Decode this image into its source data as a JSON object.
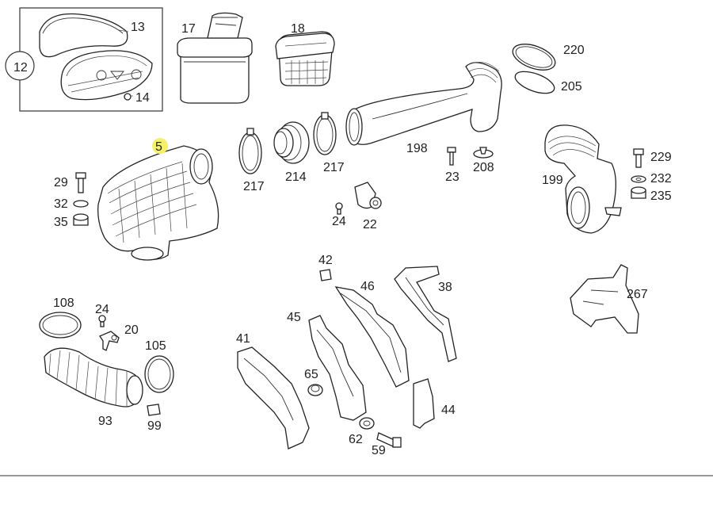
{
  "diagram": {
    "highlight_color": "#f4f06a",
    "callouts": {
      "p12": "12",
      "p13": "13",
      "p14": "14",
      "p17": "17",
      "p18": "18",
      "p220": "220",
      "p205": "205",
      "p5": "5",
      "p198": "198",
      "p217a": "217",
      "p214": "214",
      "p217b": "217",
      "p23": "23",
      "p208": "208",
      "p229": "229",
      "p232": "232",
      "p235": "235",
      "p199": "199",
      "p29": "29",
      "p32": "32",
      "p35": "35",
      "p24a": "24",
      "p22": "22",
      "p42": "42",
      "p46": "46",
      "p38": "38",
      "p267": "267",
      "p108": "108",
      "p24b": "24",
      "p20": "20",
      "p105": "105",
      "p45": "45",
      "p41": "41",
      "p65": "65",
      "p44": "44",
      "p93": "93",
      "p99": "99",
      "p62": "62",
      "p59": "59"
    }
  }
}
